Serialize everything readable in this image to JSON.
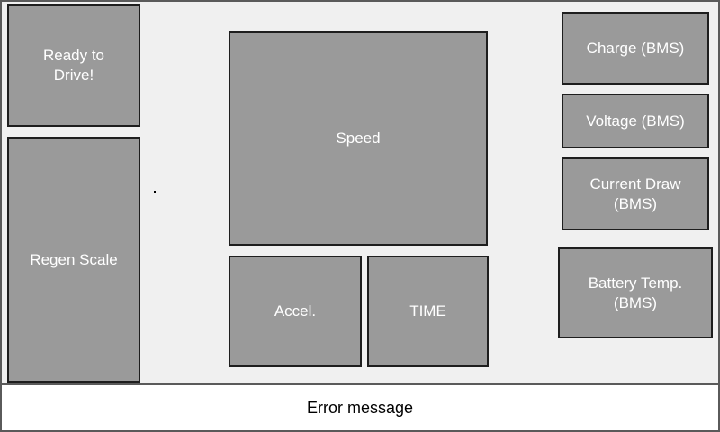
{
  "colors": {
    "background": "#f0f0f0",
    "tile_fill": "#9a9a9a",
    "tile_border": "#1e1e1e",
    "tile_text": "#ffffff",
    "error_bar_fill": "#ffffff",
    "error_bar_text": "#000000"
  },
  "left_panel": {
    "ready_label": "Ready to\nDrive!",
    "regen_label": "Regen Scale"
  },
  "center_panel": {
    "speed_label": "Speed",
    "accel_label": "Accel.",
    "time_label": "TIME"
  },
  "right_panel": {
    "charge_label": "Charge (BMS)",
    "voltage_label": "Voltage (BMS)",
    "current_label": "Current Draw\n(BMS)",
    "battery_temp_label": "Battery Temp.\n(BMS)"
  },
  "status_bar": {
    "error_label": "Error message"
  }
}
